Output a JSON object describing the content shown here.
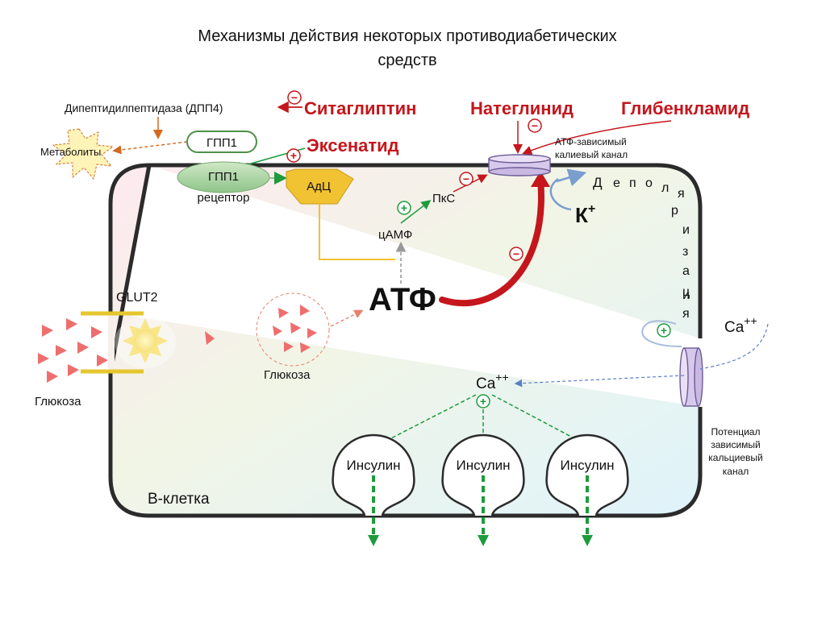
{
  "title": {
    "line1": "Механизмы действия некоторых противодиабетических",
    "line2": "средств"
  },
  "enzyme": "Дипептидилпептидаза (ДПП4)",
  "drugs": {
    "sitagliptin": "Ситаглиптин",
    "exenatide": "Эксенатид",
    "nateglinide": "Натеглинид",
    "glibenclamide": "Глибенкламид"
  },
  "signs": {
    "minus": "−",
    "plus": "+"
  },
  "metabolites": "Метаболиты",
  "glp1": "ГПП1",
  "receptor": {
    "line1": "ГПП1",
    "line2": "рецептор"
  },
  "adc": "АдЦ",
  "pkc": "ПкС",
  "camp": "цАМФ",
  "atp": "АТФ",
  "katp_channel": {
    "line1": "АТФ-зависимый",
    "line2": "калиевый канал"
  },
  "depolarization_letters": [
    "Д",
    "е",
    "п",
    "о",
    "л",
    "я",
    "р",
    "и",
    "з",
    "а",
    "ц",
    "и",
    "я"
  ],
  "k_ion": {
    "base": "К",
    "sup": "+"
  },
  "glut2": "GLUT2",
  "glucose_outside": "Глюкоза",
  "glucose_inside": "Глюкоза",
  "ca_outside": {
    "base": "Ca",
    "sup": "++"
  },
  "ca_inside": {
    "base": "Ca",
    "sup": "++"
  },
  "insulin": [
    "Инсулин",
    "Инсулин",
    "Инсулин"
  ],
  "cell_label": "B-клетка",
  "ca_channel": {
    "line1": "Потенциал",
    "line2": "зависимый",
    "line3": "кальциевый",
    "line4": "канал"
  },
  "colors": {
    "red": "#c4161c",
    "green": "#1e9b3c",
    "orange_dashed": "#d2691e",
    "blue_dashed": "#5b7fc9",
    "cell_border": "#2b2b2b",
    "channel": "#d7c9ec"
  }
}
